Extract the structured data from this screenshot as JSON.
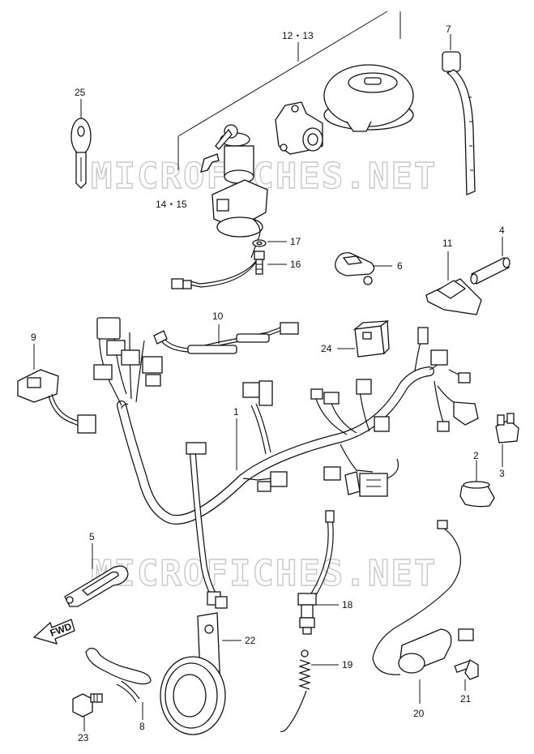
{
  "watermark": "MICROFICHES.NET",
  "fwd_label": "FWD",
  "callouts": [
    {
      "id": "c-12-13",
      "text": "12・13"
    },
    {
      "id": "c-7",
      "text": "7"
    },
    {
      "id": "c-25",
      "text": "25"
    },
    {
      "id": "c-14-15",
      "text": "14・15"
    },
    {
      "id": "c-17",
      "text": "17"
    },
    {
      "id": "c-16",
      "text": "16"
    },
    {
      "id": "c-6",
      "text": "6"
    },
    {
      "id": "c-11",
      "text": "11"
    },
    {
      "id": "c-4",
      "text": "4"
    },
    {
      "id": "c-10",
      "text": "10"
    },
    {
      "id": "c-9",
      "text": "9"
    },
    {
      "id": "c-24",
      "text": "24"
    },
    {
      "id": "c-1",
      "text": "1"
    },
    {
      "id": "c-2",
      "text": "2"
    },
    {
      "id": "c-3",
      "text": "3"
    },
    {
      "id": "c-5",
      "text": "5"
    },
    {
      "id": "c-18",
      "text": "18"
    },
    {
      "id": "c-22",
      "text": "22"
    },
    {
      "id": "c-19",
      "text": "19"
    },
    {
      "id": "c-8",
      "text": "8"
    },
    {
      "id": "c-23",
      "text": "23"
    },
    {
      "id": "c-20",
      "text": "20"
    },
    {
      "id": "c-21",
      "text": "21"
    }
  ]
}
